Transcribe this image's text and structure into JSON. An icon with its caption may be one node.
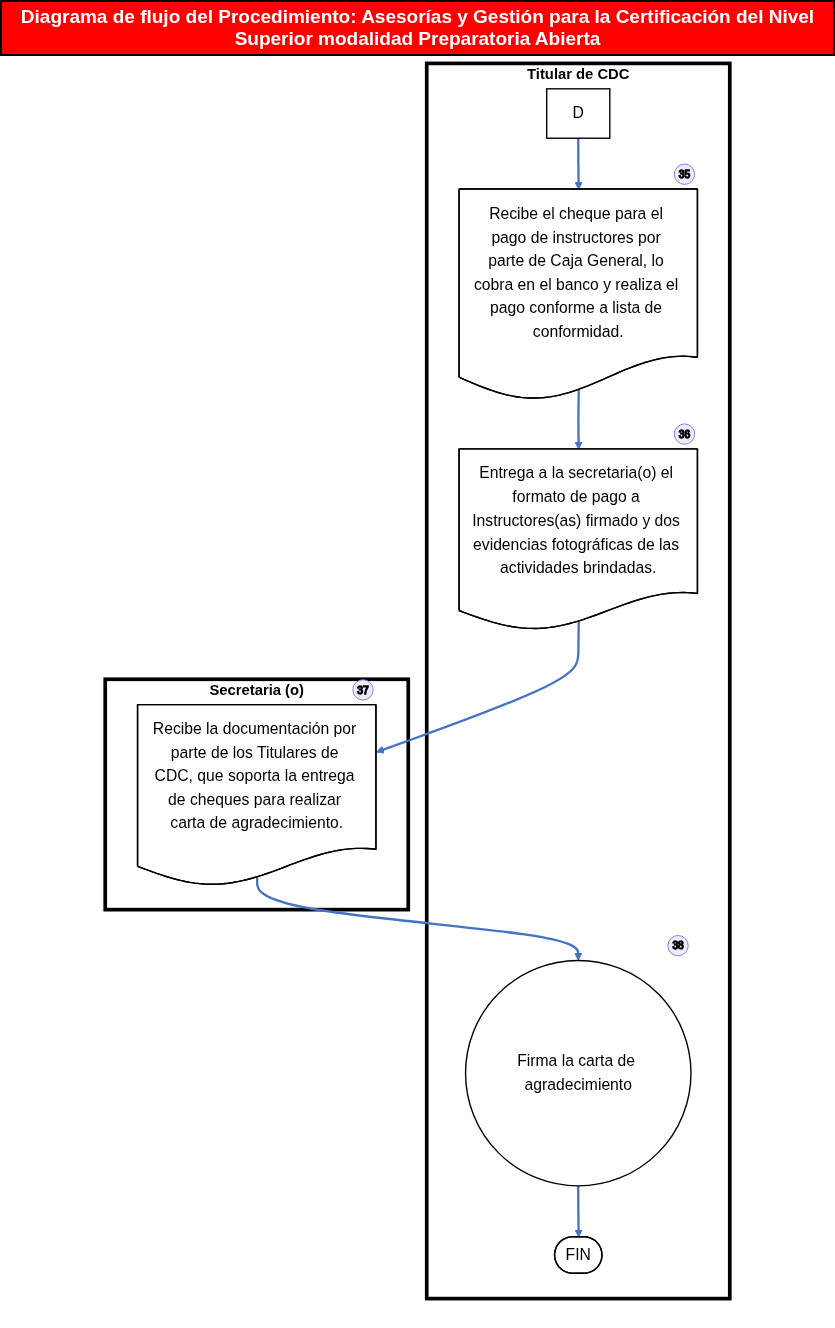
{
  "diagram": {
    "title": "Diagrama de flujo del Procedimiento: Asesorías y Gestión para la Certificación del Nivel Superior modalidad Preparatoria Abierta",
    "nodes": [
      {
        "text": [
          "Titular de CDC"
        ]
      },
      {
        "text": [
          "Secretaria (o)"
        ]
      },
      {
        "text": [
          "D"
        ],
        "in": 0
      },
      {
        "text": [
          "Recibe el cheque para el pago de instructores por parte de Caja General, lo cobra en el banco y realiza el pago conforme a lista de conformidad."
        ],
        "beside": [
          "35"
        ],
        "in": 0
      },
      {
        "text": [
          "Entrega a la secretaria(o) el formato de pago a Instructores(as) firmado y dos evidencias fotográficas de las actividades brindadas."
        ],
        "beside": [
          "36"
        ],
        "in": 0
      },
      {
        "text": [
          "Recibe la documentación por parte de los Titulares de CDC, que soporta la entrega de cheques para realizar carta de agradecimiento."
        ],
        "beside": [
          "37"
        ],
        "in": 1
      },
      {
        "text": [
          "Firma la carta de agradecimiento"
        ],
        "beside": [
          "38"
        ],
        "in": 0
      },
      {
        "text": [
          "FIN"
        ],
        "in": 0
      }
    ],
    "edges": [
      {
        "from": 2,
        "to": 3,
        "arrow": "to"
      },
      {
        "from": 3,
        "to": 4,
        "arrow": "to"
      },
      {
        "from": 4,
        "to": 5,
        "arrow": "to"
      },
      {
        "from": 5,
        "to": 6,
        "arrow": "to"
      },
      {
        "from": 6,
        "to": 7,
        "arrow": "to"
      }
    ]
  }
}
